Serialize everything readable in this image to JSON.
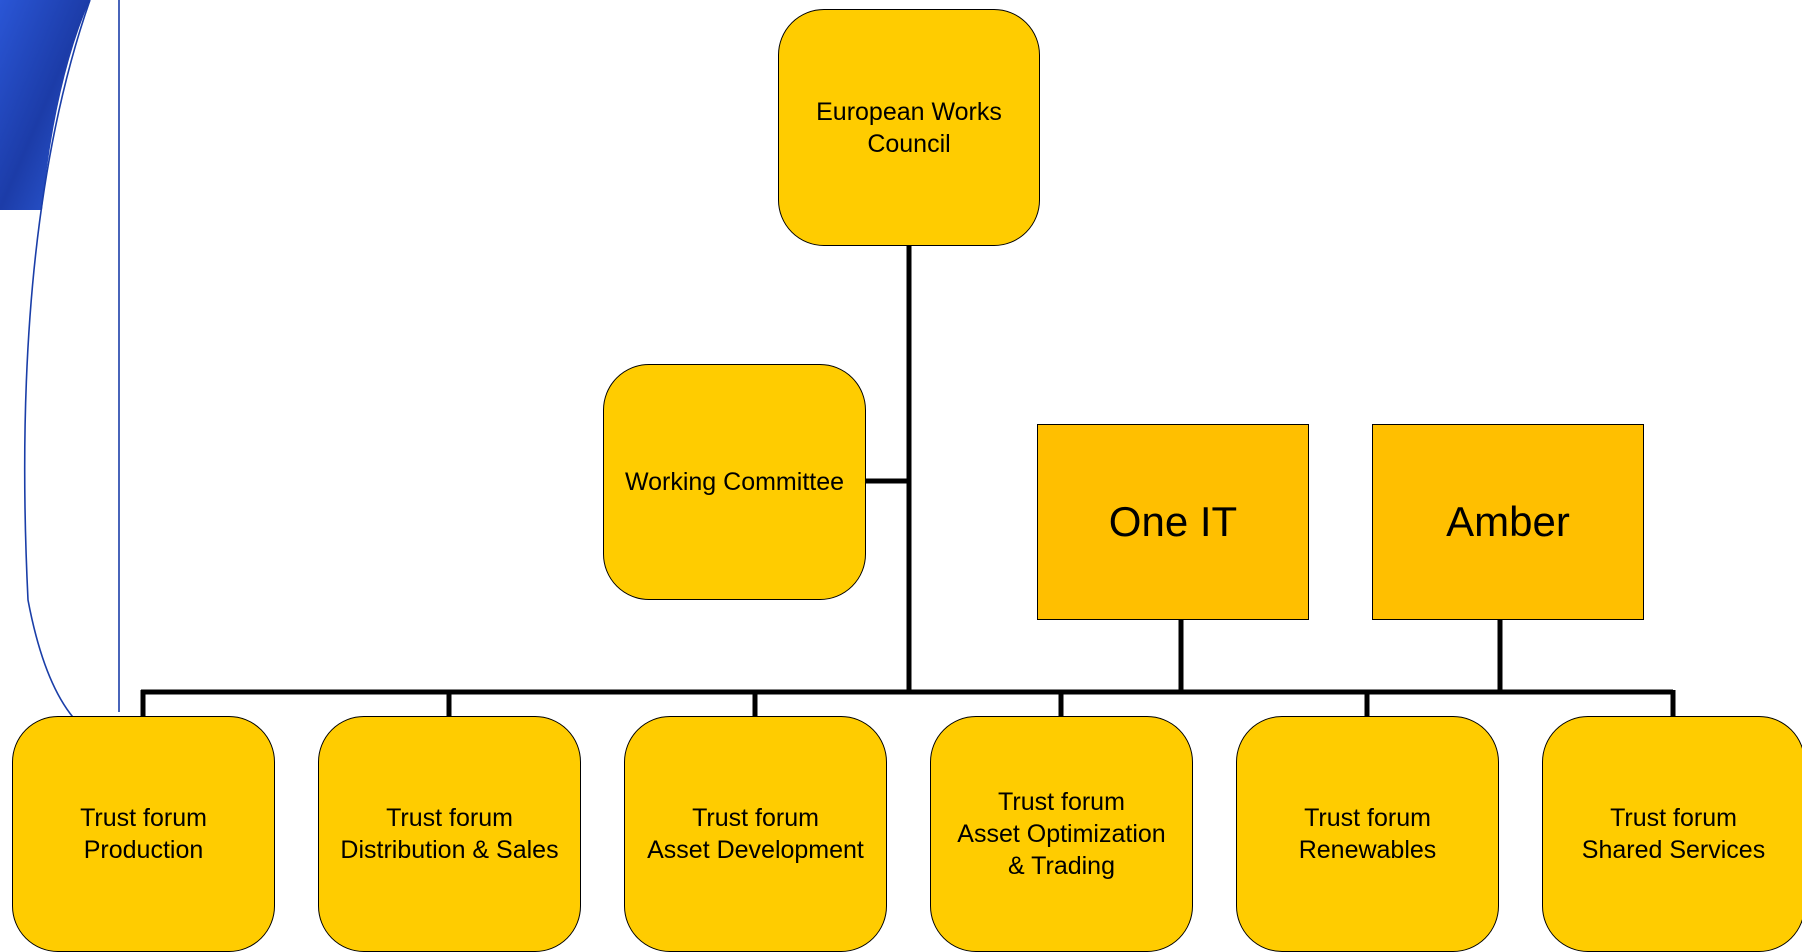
{
  "org_chart": {
    "top": {
      "label": "European Works\nCouncil"
    },
    "committee": {
      "label": "Working Committee"
    },
    "partners": [
      {
        "label": "One IT"
      },
      {
        "label": "Amber"
      }
    ],
    "forums": [
      {
        "label": "Trust forum\nProduction"
      },
      {
        "label": "Trust forum\nDistribution & Sales"
      },
      {
        "label": "Trust forum\nAsset Development"
      },
      {
        "label": "Trust forum\nAsset Optimization\n& Trading"
      },
      {
        "label": "Trust forum\nRenewables"
      },
      {
        "label": "Trust forum\nShared Services"
      }
    ]
  },
  "colors": {
    "node_fill": "#ffcc00",
    "partner_fill": "#ffbf00",
    "connector": "#000000",
    "decor_blue": "#1e3fb0",
    "decor_line": "#1a3ea8"
  }
}
